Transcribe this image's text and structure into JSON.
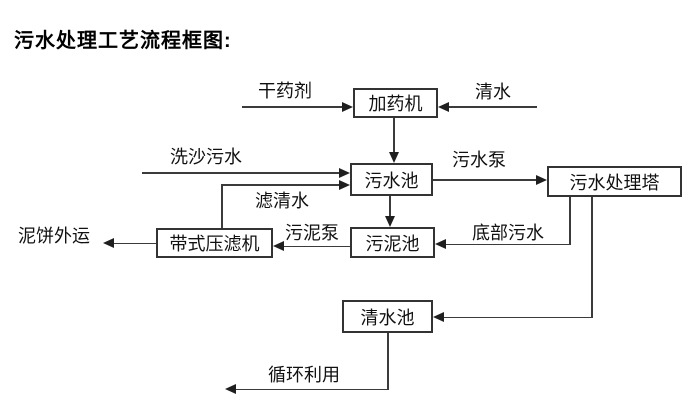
{
  "title": "污水处理工艺流程框图:",
  "nodes": {
    "dosing_machine": "加药机",
    "sewage_pool": "污水池",
    "treatment_tower": "污水处理塔",
    "sludge_pool": "污泥池",
    "belt_filter_press": "带式压滤机",
    "clear_water_pool": "清水池"
  },
  "edge_labels": {
    "dry_agent": "干药剂",
    "clear_water": "清水",
    "sand_washing_sewage": "洗沙污水",
    "sewage_pump": "污水泵",
    "filtered_water": "滤清水",
    "sludge_pump": "污泥泵",
    "bottom_sewage": "底部污水",
    "mud_cake_out": "泥饼外运",
    "recycle": "循环利用"
  },
  "colors": {
    "background": "#ffffff",
    "line": "#3b3b3b",
    "arrowhead": "#1f1f1f",
    "box_border": "#333333",
    "text": "#000000"
  }
}
